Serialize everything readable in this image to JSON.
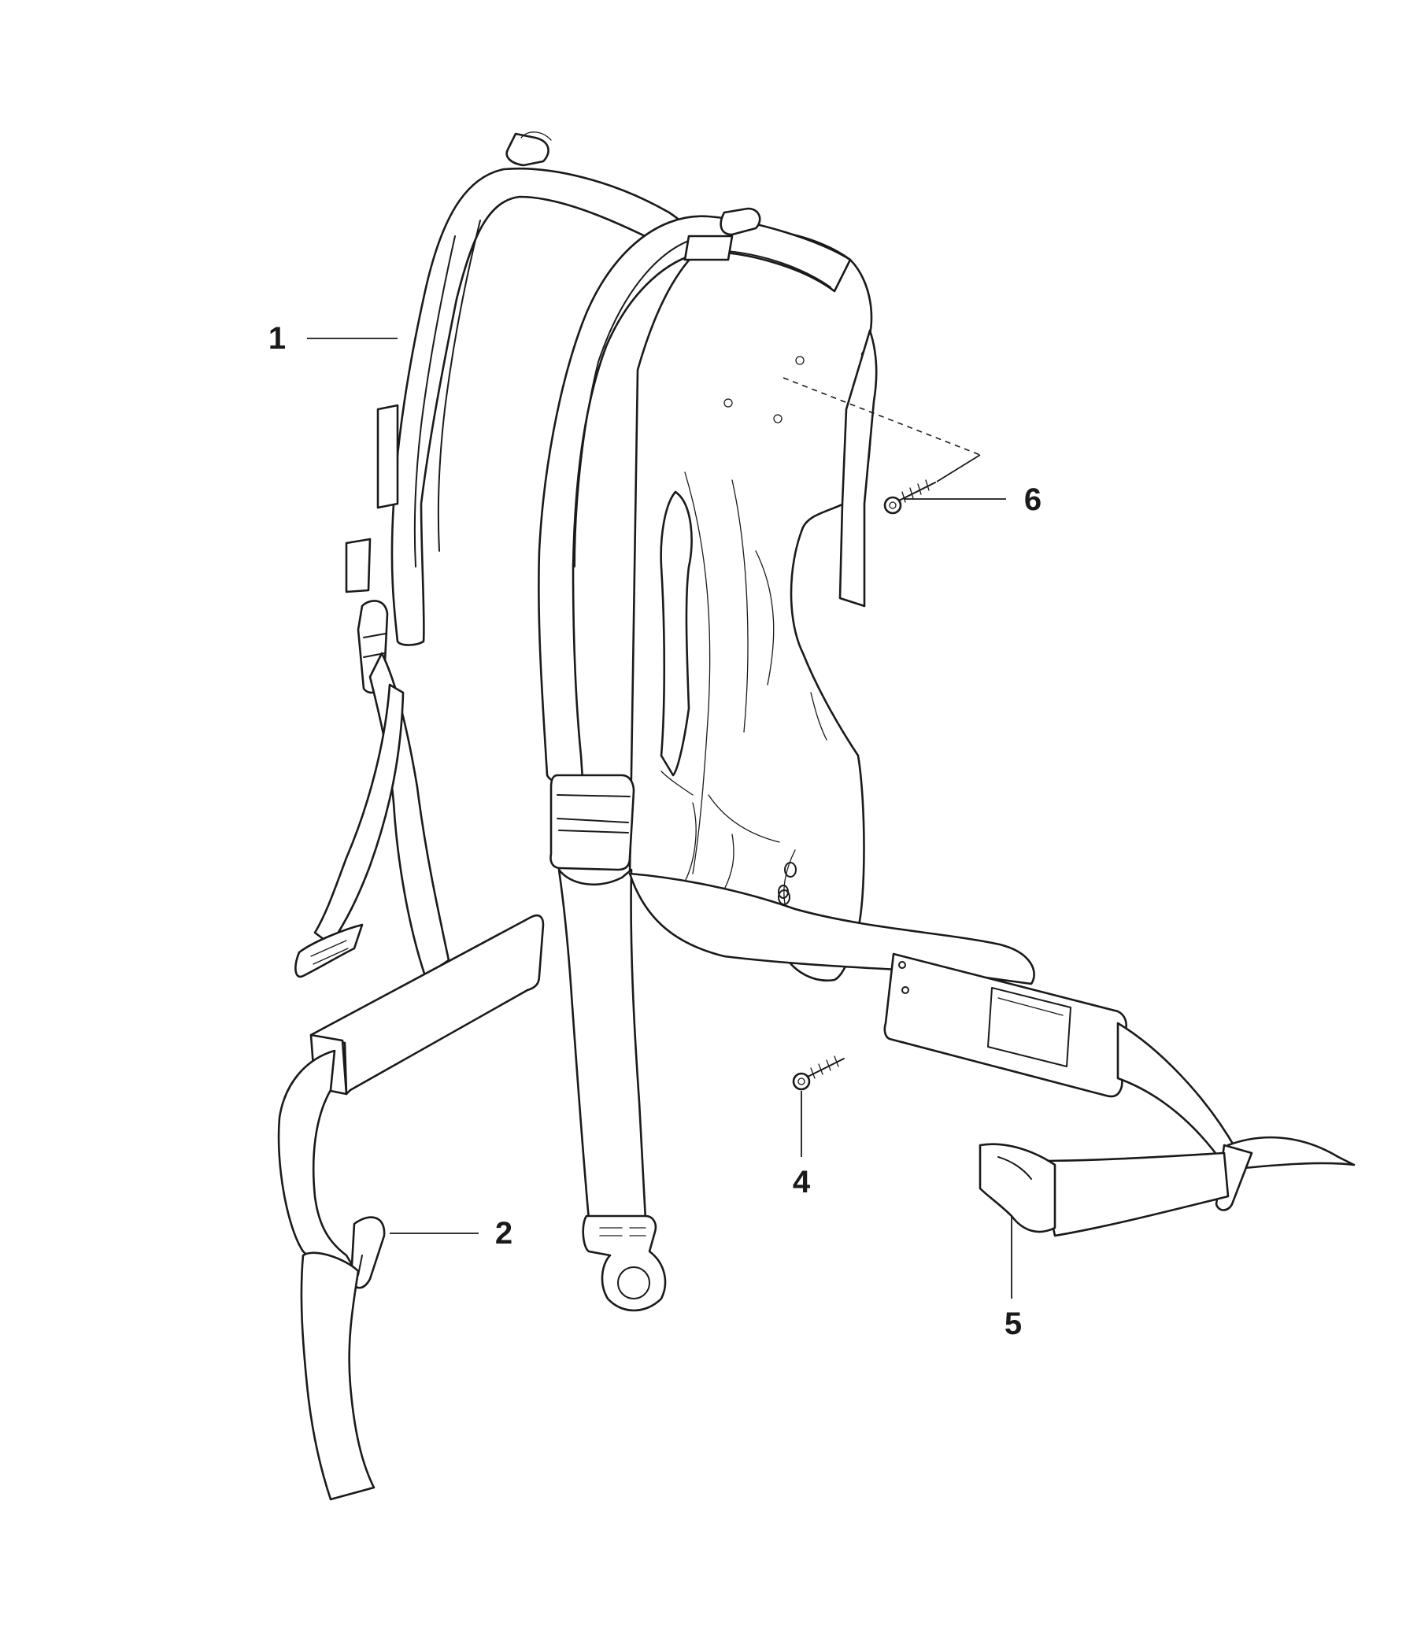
{
  "callouts": [
    {
      "id": "1",
      "part": "left-shoulder-pad"
    },
    {
      "id": "2",
      "part": "strap-adjuster-buckle"
    },
    {
      "id": "4",
      "part": "hip-pad-screw"
    },
    {
      "id": "5",
      "part": "hip-belt-buckle"
    },
    {
      "id": "6",
      "part": "back-plate-screw"
    }
  ]
}
